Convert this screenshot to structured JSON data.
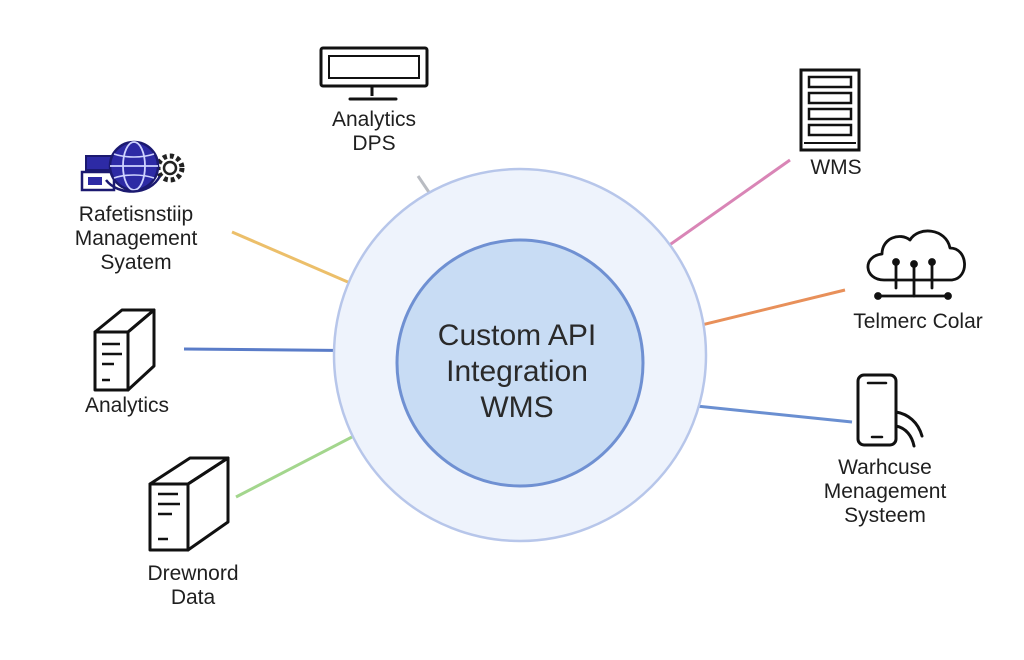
{
  "hub": {
    "lines": [
      "Custom API",
      "Integration",
      "WMS"
    ],
    "colors": {
      "outer_fill": "#eef3fc",
      "outer_stroke": "#b7c6ea",
      "inner_fill": "#c8dcf4",
      "inner_stroke": "#6f90d2"
    }
  },
  "nodes": [
    {
      "id": "analytics-dps",
      "icon": "monitor-icon",
      "lines": [
        "Analytics",
        "DPS"
      ],
      "line_color": "#b9bcc2"
    },
    {
      "id": "wms",
      "icon": "server-rack-icon",
      "lines": [
        "WMS"
      ],
      "line_color": "#d985b6"
    },
    {
      "id": "telmerc-colar",
      "icon": "cloud-network-icon",
      "lines": [
        "Telmerc Colar"
      ],
      "line_color": "#e8905a"
    },
    {
      "id": "warehouse-management-system",
      "icon": "smartphone-hand-icon",
      "lines": [
        "Warhcuse",
        "Menagement",
        "Systeem"
      ],
      "line_color": "#6a8fd1"
    },
    {
      "id": "drewnord-data",
      "icon": "tower-computer-icon",
      "lines": [
        "Drewnord",
        "Data"
      ],
      "line_color": "#a3d68d"
    },
    {
      "id": "analytics",
      "icon": "server-tower-icon",
      "lines": [
        "Analytics"
      ],
      "line_color": "#5a7cc8"
    },
    {
      "id": "relationship-management-system",
      "icon": "globe-gear-icon",
      "lines": [
        "Rafetisnstiip",
        "Management",
        "Syatem"
      ],
      "line_color": "#ecbf6a"
    }
  ]
}
